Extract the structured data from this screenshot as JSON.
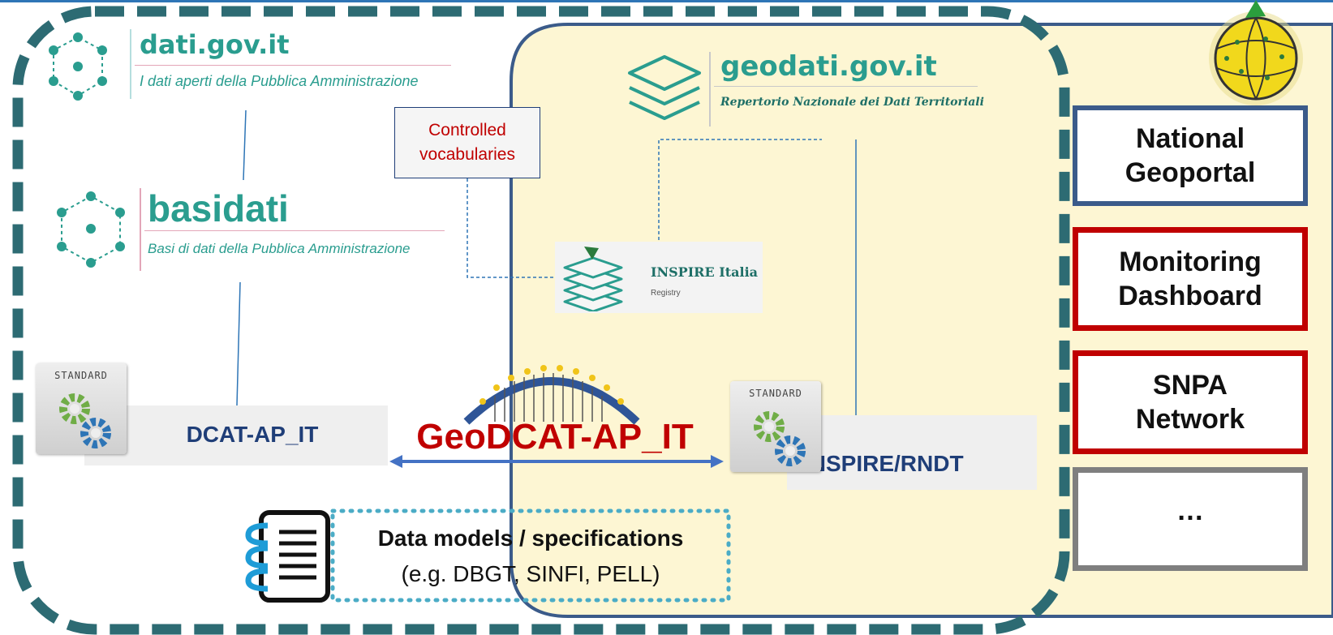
{
  "portals": {
    "dati": {
      "title": "dati.gov.it",
      "subtitle": "I dati aperti della Pubblica Amministrazione"
    },
    "basidati": {
      "title": "basidati",
      "subtitle": "Basi di dati della Pubblica Amministrazione"
    },
    "geodati": {
      "title": "geodati.gov.it",
      "subtitle": "Repertorio Nazionale dei Dati Territoriali"
    }
  },
  "controlled_vocab": {
    "line1": "Controlled",
    "line2": "vocabularies"
  },
  "inspire_registry": {
    "title": "INSPIRE Italia",
    "subtitle": "Registry"
  },
  "standards": {
    "badge": "STANDARD",
    "dcat": "DCAT-AP_IT",
    "geodcat": "GeoDCAT-AP_IT",
    "inspire": "INSPIRE/RNDT"
  },
  "data_models": {
    "title": "Data models / specifications",
    "examples": "(e.g. DBGT, SINFI, PELL)"
  },
  "side_boxes": [
    {
      "line1": "National",
      "line2": "Geoportal",
      "color": "#3b5b8a"
    },
    {
      "line1": "Monitoring",
      "line2": "Dashboard",
      "color": "#c00000"
    },
    {
      "line1": "SNPA",
      "line2": "Network",
      "color": "#c00000"
    },
    {
      "line1": "…",
      "line2": "",
      "color": "#7f7f7f"
    }
  ],
  "colors": {
    "teal": "#2a9d8f",
    "dashed_border": "#2d6b73",
    "geo_panel": "#fdf6d3",
    "geo_border": "#3b5b8a",
    "dark_blue": "#1f3e78",
    "red_title": "#c00000"
  }
}
